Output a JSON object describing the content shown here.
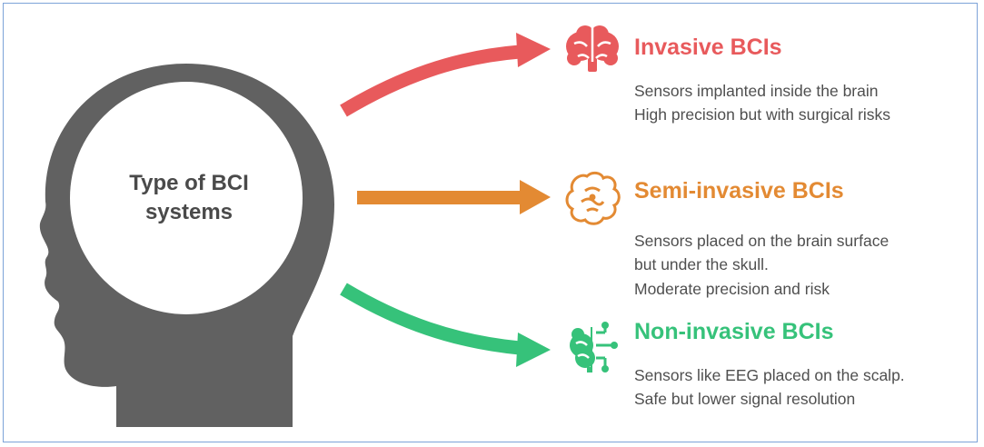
{
  "center": {
    "title_line1": "Type of BCI",
    "title_line2": "systems"
  },
  "colors": {
    "invasive": "#e85a5c",
    "semi": "#e38a33",
    "non": "#36c27a",
    "head": "#616161",
    "text": "#4f4f4f",
    "frame": "#7da3d8"
  },
  "items": [
    {
      "title": "Invasive BCIs",
      "icon": "brain-icon",
      "lines": [
        "Sensors implanted inside the brain",
        "High precision but with surgical risks"
      ]
    },
    {
      "title": "Semi-invasive BCIs",
      "icon": "brain-outline-icon",
      "lines": [
        "Sensors placed on the brain surface",
        "but under the skull.",
        "Moderate precision and risk"
      ]
    },
    {
      "title": "Non-invasive BCIs",
      "icon": "circuit-brain-icon",
      "lines": [
        "Sensors like EEG placed on the scalp.",
        "Safe but lower signal resolution"
      ]
    }
  ]
}
